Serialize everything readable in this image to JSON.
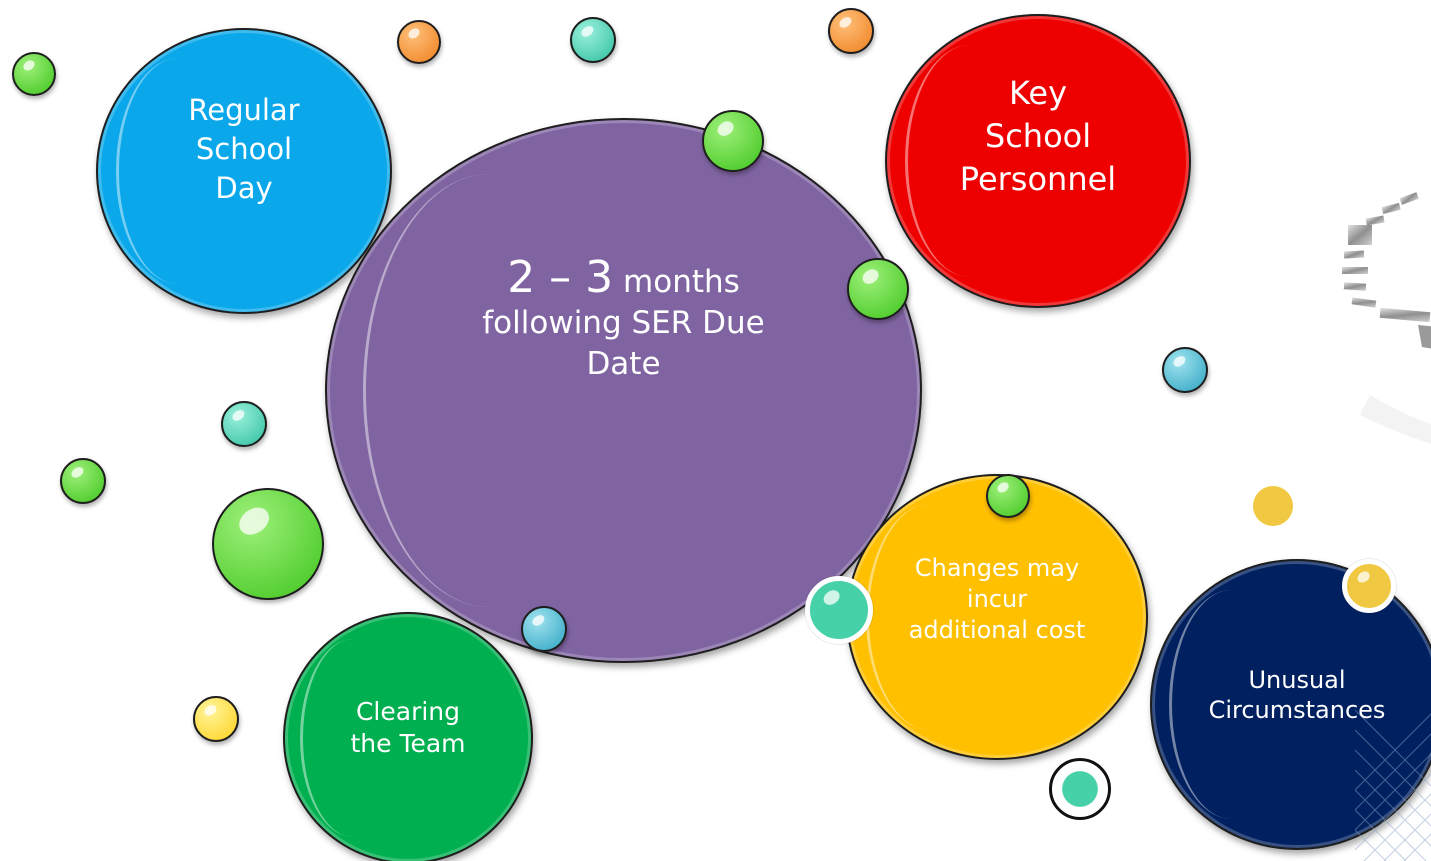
{
  "bubbles": {
    "regular": {
      "line1": "Regular",
      "line2": "School",
      "line3": "Day"
    },
    "key": {
      "line1": "Key",
      "line2": "School",
      "line3": "Personnel"
    },
    "center": {
      "big": "2 – 3",
      "rest": "months",
      "line2": "following SER Due",
      "line3": "Date"
    },
    "changes": {
      "line1": "Changes may",
      "line2": "incur",
      "line3": "additional cost"
    },
    "unusual": {
      "line1": "Unusual",
      "line2": "Circumstances"
    },
    "clearing": {
      "line1": "Clearing",
      "line2": "the Team"
    }
  },
  "colors": {
    "regular": "#0aa8ea",
    "key": "#ee0000",
    "center": "#8064a2",
    "changes": "#ffc000",
    "unusual": "#002060",
    "clearing": "#00b050"
  },
  "decorations": {
    "icons": [
      "clock-icon",
      "grid-pattern-icon"
    ]
  }
}
